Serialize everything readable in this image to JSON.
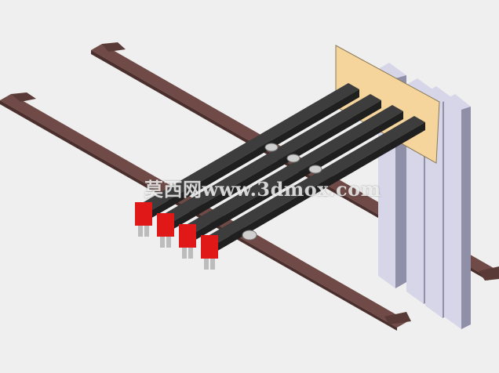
{
  "watermark": {
    "text": "莫西网www.3dmox.com"
  },
  "colors": {
    "background": "#efefef",
    "rail_side": "#5a3a37",
    "rail_top": "#6f4a46",
    "bar_top": "#3d3d3d",
    "bar_side": "#1f1f1f",
    "panel": "#f5d59c",
    "plate_face": "#d6d6e8",
    "plate_edge": "#8f8fa8",
    "connector_red": "#e01818"
  },
  "scene": {
    "busbar_count": 4,
    "plate_count": 4,
    "connector_count": 4
  }
}
